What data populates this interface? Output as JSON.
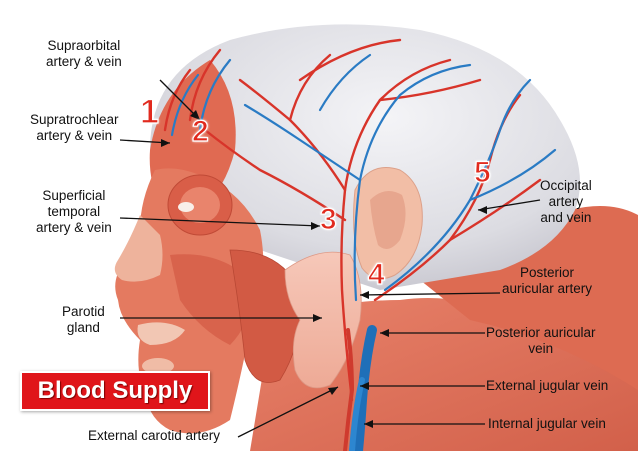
{
  "title": "Blood Supply",
  "labels": {
    "supraorbital": [
      "Supraorbital",
      "artery & vein"
    ],
    "supratrochlear": [
      "Supratrochlear",
      "artery & vein"
    ],
    "superficial_temporal": [
      "Superficial",
      "temporal",
      "artery & vein"
    ],
    "parotid": [
      "Parotid",
      "gland"
    ],
    "external_carotid": "External carotid artery",
    "occipital": [
      "Occipital",
      "artery",
      "and vein"
    ],
    "posterior_auricular_artery": [
      "Posterior",
      "auricular artery"
    ],
    "posterior_auricular_vein": [
      "Posterior auricular",
      "vein"
    ],
    "external_jugular": "External jugular vein",
    "internal_jugular": "Internal jugular vein"
  },
  "numbers": [
    "1",
    "2",
    "3",
    "4",
    "5"
  ],
  "colors": {
    "artery": "#d8342a",
    "vein": "#2a7bc4",
    "muscle": "#e2725a",
    "skull": "#e3e3e8",
    "skin": "#f3b9a2",
    "number": "#e12a1e",
    "banner": "#e0151a"
  }
}
